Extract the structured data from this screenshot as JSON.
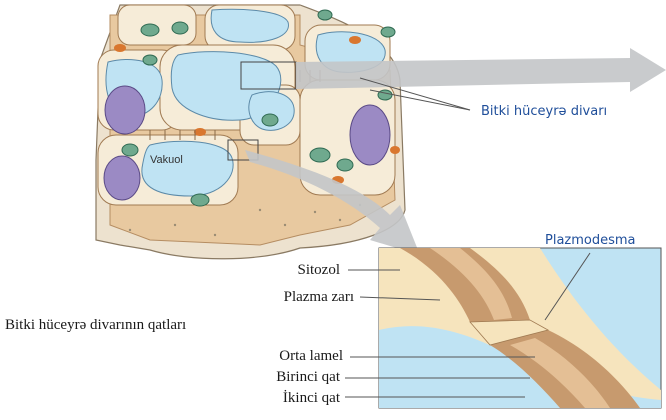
{
  "labels": {
    "cell_wall": "Bitki hüceyrə divarı",
    "plasmodesma": "Plazmodesma",
    "vacuole": "Vakuol",
    "cytosol": "Sitozol",
    "plasma_membrane": "Plazma zarı",
    "wall_layers": "Bitki hüceyrə divarının qatları",
    "middle_lamella": "Orta lamel",
    "primary_layer": "Birinci qat",
    "secondary_layer": "İkinci qat"
  },
  "colors": {
    "vacuole": "#bfe3f3",
    "wall": "#e8c9a0",
    "wall_dark": "#c79a6e",
    "cytosol": "#f6e4bd",
    "nucleus": "#9b8ac4",
    "chloroplast": "#6fa98e",
    "mito": "#d9772f",
    "arrow": "#b8babd",
    "blue_text": "#1f4e9a"
  }
}
